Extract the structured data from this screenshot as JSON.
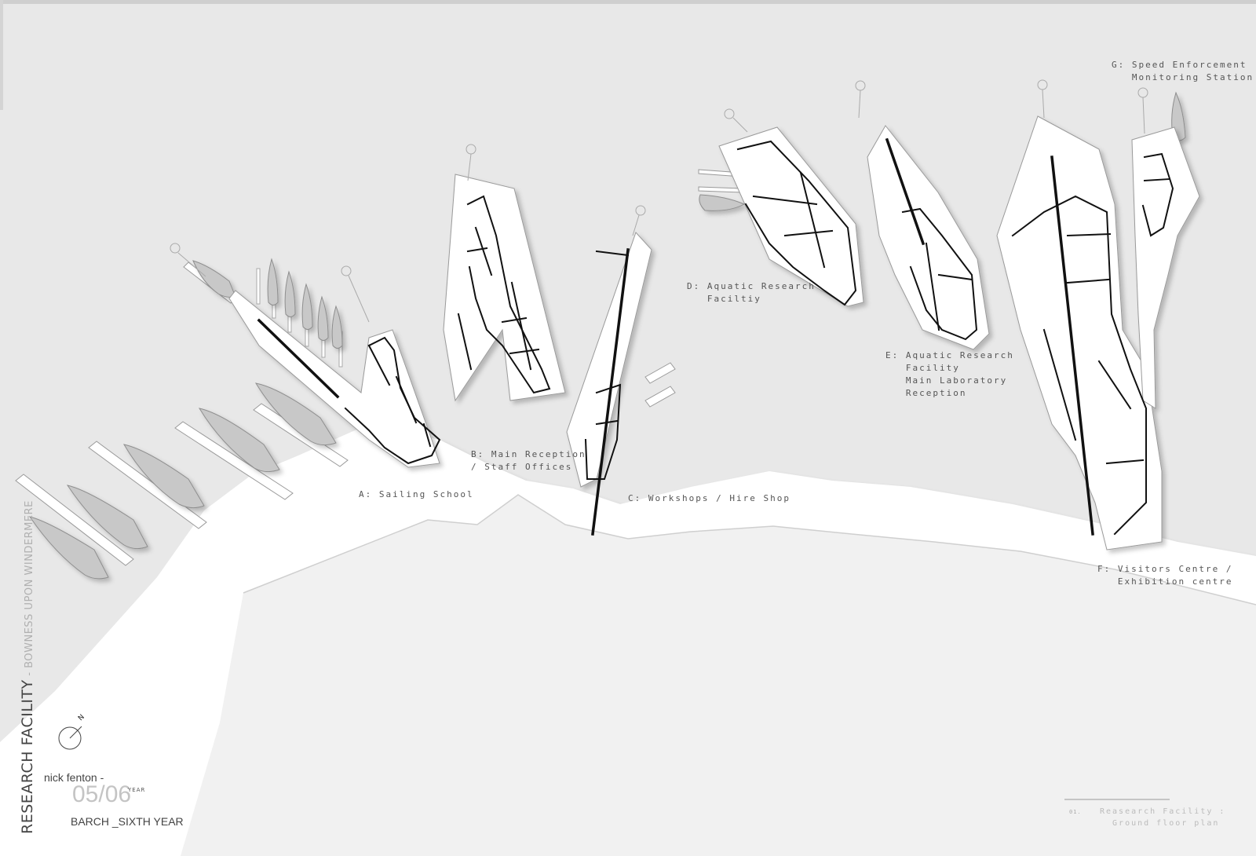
{
  "labels": {
    "a": "A: Sailing School",
    "b": "B: Main Reception\n/ Staff Offices",
    "c": "C: Workshops / Hire Shop",
    "d": "D: Aquatic Research\n   Faciltiy",
    "e": "E: Aquatic Research\n   Facility\n   Main Laboratory\n   Reception",
    "f": "F: Visitors Centre /\n   Exhibition centre",
    "g": "G: Speed Enforcement\n   Monitoring Station"
  },
  "title": {
    "main": "RESEARCH FACILITY",
    "sub": " - BOWNESS UPON WINDERMERE"
  },
  "author": "nick fenton -",
  "year": "05/06",
  "year_sup": "YEAR",
  "course": "BARCH _SIXTH YEAR",
  "north_label": "N",
  "sheet": {
    "number": "01.",
    "title": "Reasearch Facility :\n  Ground floor plan"
  },
  "colors": {
    "water": "#e8e8e8",
    "land": "#f1f1f1",
    "building": "#ffffff",
    "boat": "#c8c8c8",
    "wall": "#111111"
  }
}
